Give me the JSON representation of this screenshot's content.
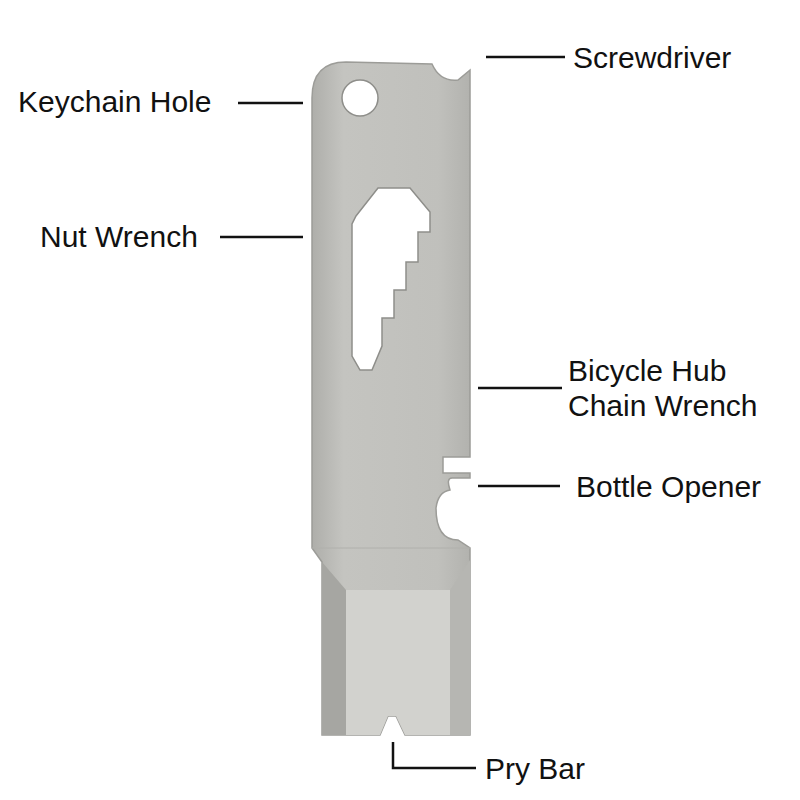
{
  "diagram": {
    "labels": [
      "Screwdriver",
      "Keychain Hole",
      "Nut Wrench",
      "Bicycle Hub Chain Wrench",
      "Bottle Opener",
      "Pry Bar"
    ]
  }
}
